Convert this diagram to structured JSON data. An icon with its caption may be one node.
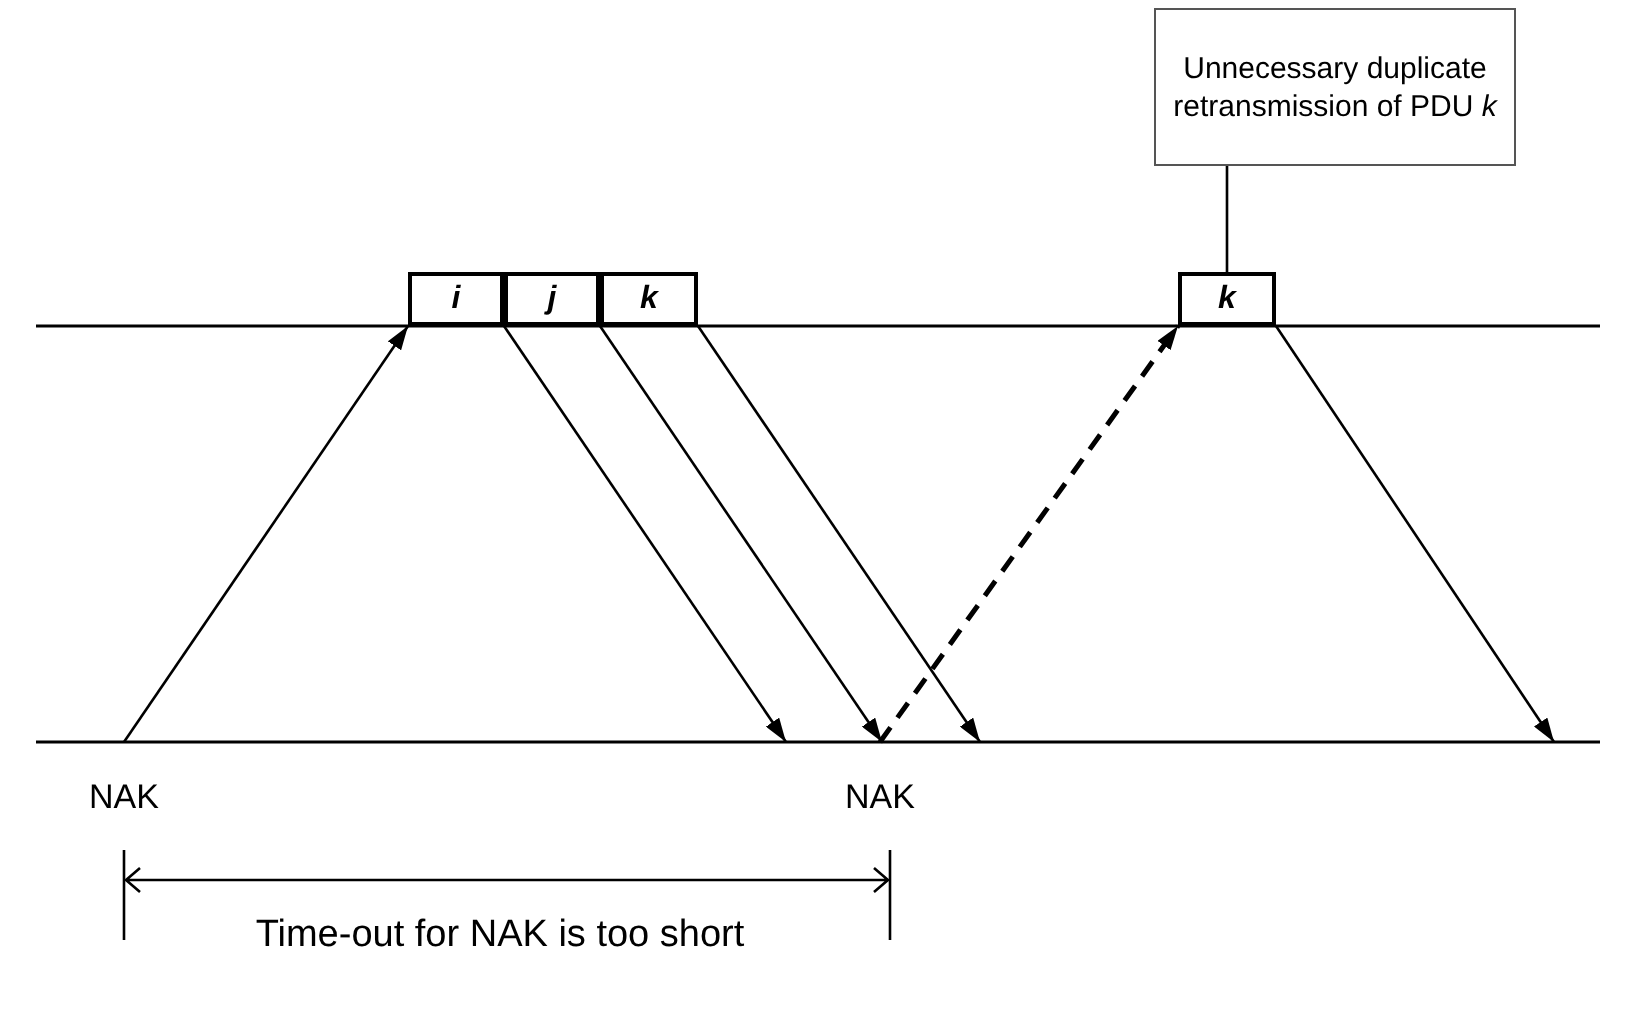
{
  "diagram": {
    "nodes": [
      {
        "text": [
          "Unnecessary duplicate retransmission of PDU *k*"
        ]
      },
      {
        "text": [
          "i"
        ]
      },
      {
        "text": [
          "j"
        ]
      },
      {
        "text": [
          "k"
        ]
      },
      {
        "text": [
          "k"
        ]
      }
    ],
    "edges": [
      {
        "from": null,
        "to": 1,
        "arrow": "to"
      },
      {
        "from": 1,
        "to": null,
        "arrow": "to"
      },
      {
        "from": 2,
        "to": null,
        "arrow": "to"
      },
      {
        "from": 3,
        "to": null,
        "arrow": "to"
      },
      {
        "from": null,
        "to": 4,
        "arrow": "to",
        "style": "dashed"
      },
      {
        "from": 4,
        "to": null,
        "arrow": "to"
      },
      {
        "from": 0,
        "to": 4,
        "arrow": "none"
      }
    ],
    "labels": [
      "NAK",
      "NAK",
      "Time-out for NAK is too short"
    ]
  }
}
